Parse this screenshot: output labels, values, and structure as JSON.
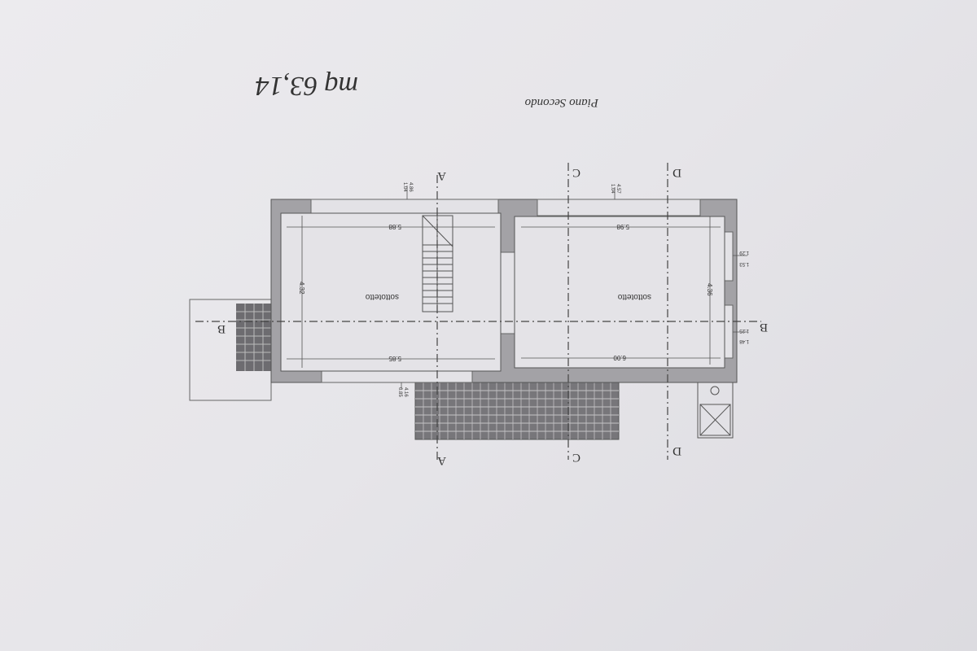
{
  "title": "Piano Secondo",
  "handwritten_area": "mq 63,14",
  "rooms": [
    {
      "label": "sottotetto",
      "width_top": "5.88",
      "width_bottom": "5.85",
      "depth": "4.32"
    },
    {
      "label": "sottotetto",
      "width_top": "5.98",
      "width_bottom": "6.00",
      "depth": "4.36"
    }
  ],
  "windows": [
    {
      "a": "4.86",
      "b": "1.04"
    },
    {
      "a": "4.57",
      "b": "1.04"
    },
    {
      "a": "4.16",
      "b": "0.85"
    },
    {
      "a": "1.53",
      "b": "1.29"
    },
    {
      "a": "1.48",
      "b": "1.25"
    }
  ],
  "section_marks": [
    "A",
    "C",
    "D",
    "B"
  ],
  "colors": {
    "wall": "#9d9ca0",
    "line": "#555555",
    "paper": "#e9e8ec"
  }
}
